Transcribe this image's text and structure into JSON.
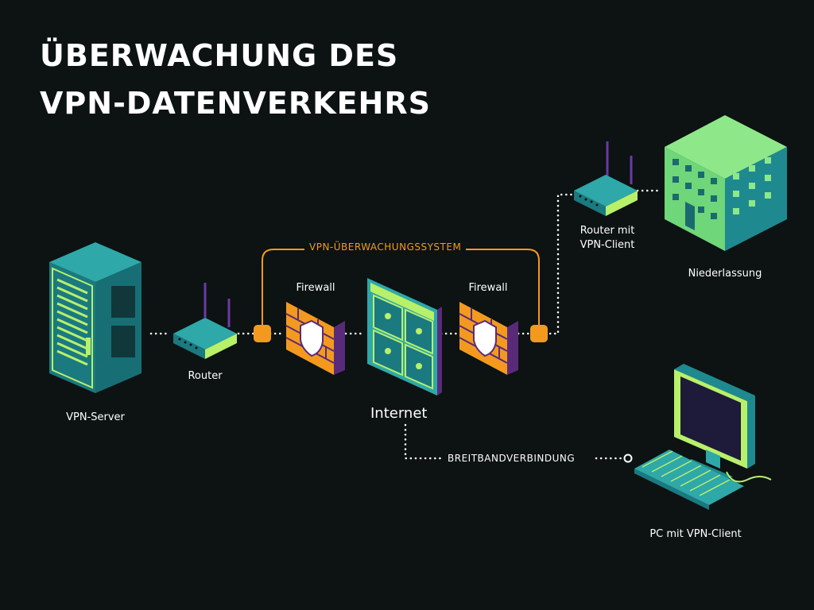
{
  "title": {
    "line1": "ÜBERWACHUNG DES",
    "line2": "VPN-DATENVERKEHRS"
  },
  "labels": {
    "vpn_server": "VPN-Server",
    "router": "Router",
    "firewall_left": "Firewall",
    "firewall_right": "Firewall",
    "internet": "Internet",
    "monitoring_system": "VPN-ÜBERWACHUNGSSYSTEM",
    "router_vpn_client_line1": "Router mit",
    "router_vpn_client_line2": "VPN-Client",
    "branch_office": "Niederlassung",
    "broadband": "BREITBANDVERBINDUNG",
    "pc_vpn_client": "PC mit VPN-Client"
  },
  "colors": {
    "background": "#0d1213",
    "teal": "#1e8a8f",
    "lime": "#b8f06a",
    "orange": "#f39a1e",
    "green_building": "#6fd67a"
  },
  "icons": [
    "server-rack-icon",
    "router-icon",
    "firewall-icon",
    "internet-window-icon",
    "building-icon",
    "monitor-pc-icon"
  ]
}
